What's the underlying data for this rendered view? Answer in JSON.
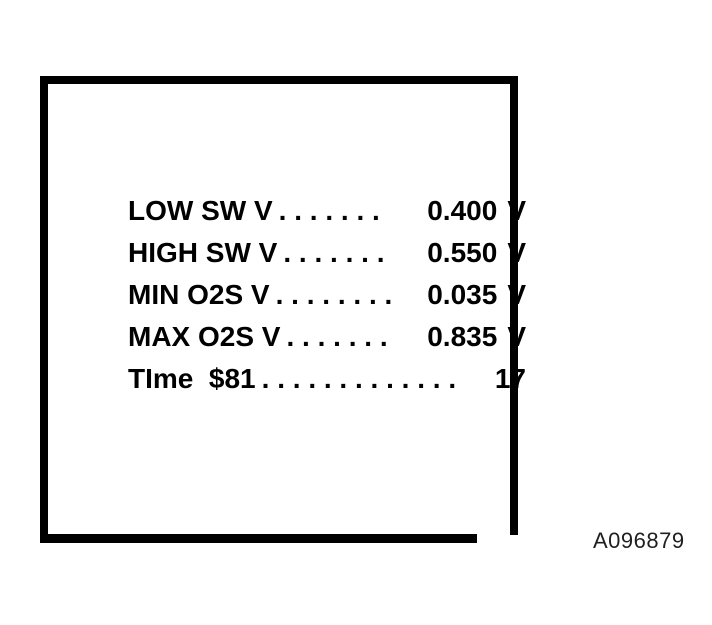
{
  "display": {
    "rows": [
      {
        "label": "LOW SW V",
        "dots": ". . . . . . .",
        "value": "0.400",
        "unit": "V"
      },
      {
        "label": "HIGH SW V",
        "dots": ". . . . . . .",
        "value": "0.550",
        "unit": "V"
      },
      {
        "label": "MIN O2S V",
        "dots": ". . . . . . . .",
        "value": "0.035",
        "unit": "V"
      },
      {
        "label": "MAX O2S V",
        "dots": ". . . . . . .",
        "value": "0.835",
        "unit": "V"
      },
      {
        "label": "TIme  $81",
        "dots": ". . . . . . . . . . . . .",
        "value": "17",
        "unit": ""
      }
    ]
  },
  "figure": {
    "code": "A096879"
  },
  "colors": {
    "ink": "#000000",
    "background": "#ffffff"
  }
}
